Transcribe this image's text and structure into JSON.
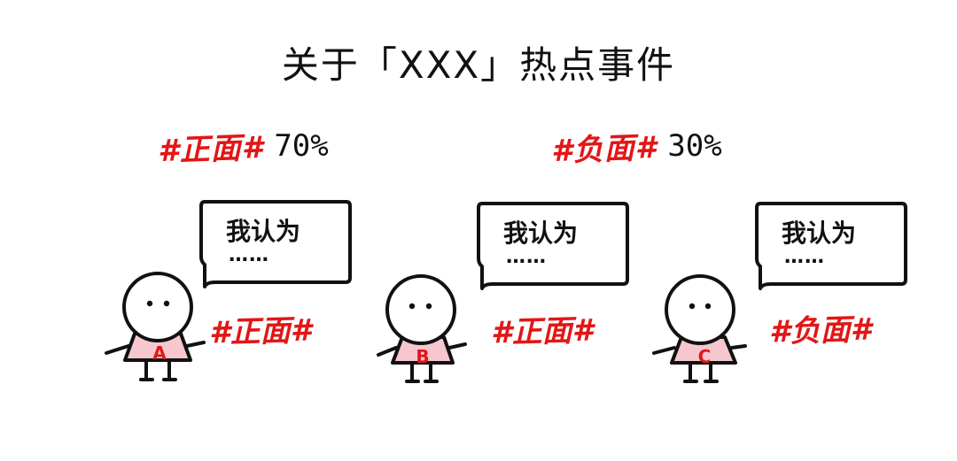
{
  "title": "关于「XXX」热点事件",
  "stats": {
    "left": {
      "tag": "#正面#",
      "percent": "70%"
    },
    "right": {
      "tag": "#负面#",
      "percent": "30%"
    }
  },
  "characters": [
    {
      "letter": "A",
      "bubble_line1": "我认为",
      "bubble_line2": "……",
      "opinion": "#正面#"
    },
    {
      "letter": "B",
      "bubble_line1": "我认为",
      "bubble_line2": "……",
      "opinion": "#正面#"
    },
    {
      "letter": "C",
      "bubble_line1": "我认为",
      "bubble_line2": "……",
      "opinion": "#负面#"
    }
  ],
  "colors": {
    "accent_red": "#e31616",
    "shirt_pink": "#f6c7cf",
    "ink": "#111111"
  }
}
